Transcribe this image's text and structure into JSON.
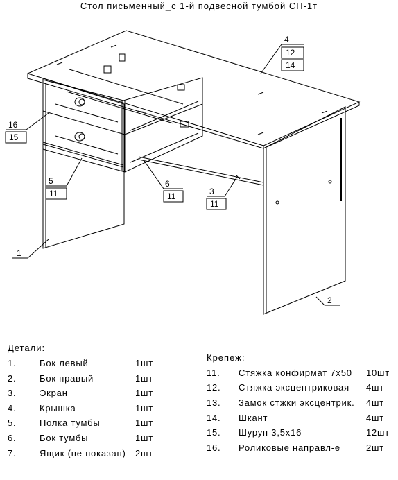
{
  "title": "Стол письменный_с 1-й подвесной тумбой СП-1т",
  "callouts": {
    "c4": "4",
    "c12": "12",
    "c14": "14",
    "c16": "16",
    "c15": "15",
    "c5": "5",
    "c11a": "11",
    "c6": "6",
    "c11b": "11",
    "c3": "3",
    "c11c": "11",
    "c1": "1",
    "c2": "2"
  },
  "parts": {
    "heading": "Детали:",
    "items": [
      {
        "num": "1.",
        "name": "Бок левый",
        "qty": "1шт"
      },
      {
        "num": "2.",
        "name": "Бок правый",
        "qty": "1шт"
      },
      {
        "num": "3.",
        "name": "Экран",
        "qty": "1шт"
      },
      {
        "num": "4.",
        "name": "Крышка",
        "qty": "1шт"
      },
      {
        "num": "5.",
        "name": "Полка тумбы",
        "qty": "1шт"
      },
      {
        "num": "6.",
        "name": "Бок тумбы",
        "qty": "1шт"
      },
      {
        "num": "7.",
        "name": "Ящик (не показан)",
        "qty": "2шт"
      }
    ]
  },
  "fasteners": {
    "heading": "Крепеж:",
    "items": [
      {
        "num": "11.",
        "name": "Стяжка конфирмат 7х50",
        "qty": "10шт"
      },
      {
        "num": "12.",
        "name": "Стяжка эксцентриковая",
        "qty": "4шт"
      },
      {
        "num": "13.",
        "name": "Замок стжки эксцентрик.",
        "qty": "4шт"
      },
      {
        "num": "14.",
        "name": "Шкант",
        "qty": "4шт"
      },
      {
        "num": "15.",
        "name": "Шуруп 3,5х16",
        "qty": "12шт"
      },
      {
        "num": "16.",
        "name": "Роликовые направл-е",
        "qty": "2шт"
      }
    ]
  }
}
